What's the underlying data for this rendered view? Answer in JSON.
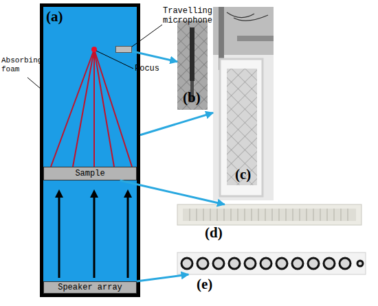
{
  "diagram": {
    "nodes": [
      {
        "text": [
          "(a)"
        ]
      },
      {
        "text": [
          "Travelling microphone"
        ],
        "in": 0
      },
      {
        "text": [
          "Sample"
        ],
        "in": 0
      },
      {
        "text": [
          "Speaker array"
        ],
        "in": 0
      },
      {
        "text": [
          "(b)"
        ]
      },
      {
        "text": [
          "(c)"
        ]
      },
      {
        "text": [
          "(d)"
        ]
      },
      {
        "text": [
          "(e)"
        ]
      }
    ],
    "edges": [
      {
        "from": 1,
        "to": 4,
        "arrow": "to"
      },
      {
        "from": 0,
        "to": 5,
        "arrow": "to"
      },
      {
        "from": 2,
        "to": 6,
        "arrow": "to"
      },
      {
        "from": 3,
        "to": 7,
        "arrow": "to"
      }
    ],
    "labels": [
      "Focus",
      "Absorbing foam"
    ]
  }
}
